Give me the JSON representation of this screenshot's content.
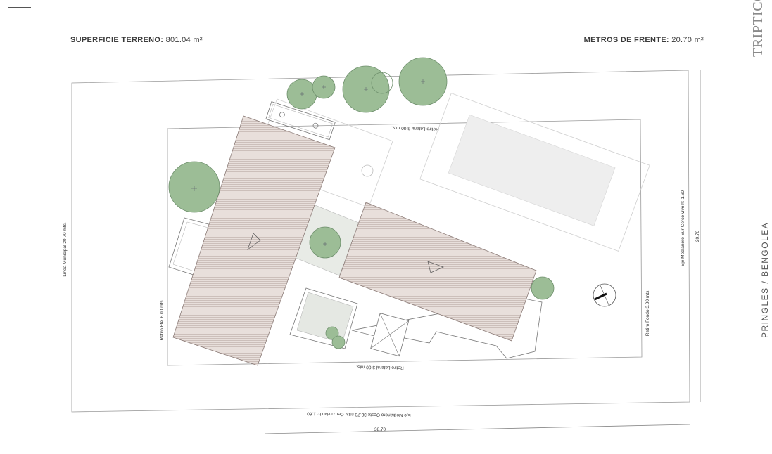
{
  "header": {
    "terreno_key": "SUPERFICIE TERRENO:",
    "terreno_value": "801.04 m²",
    "frente_key": "METROS DE FRENTE:",
    "frente_value": "20.70 m²"
  },
  "brand": {
    "name": "TRIPTICO"
  },
  "project": {
    "title": "PRINGLES / BENGOLEA"
  },
  "plan": {
    "retiro_lateral_top": "Retiro Lateral 3.00 mts.",
    "retiro_lateral_bottom": "Retiro Lateral 3.00 mts.",
    "linea_municipal": "Linea Municipal 20.70 mts.",
    "retiro_frente": "Retiro Fte. 6.00 mts.",
    "retiro_fondo": "Retiro Fondo 3.00 mts.",
    "eje_sur": "Eje Medianero Sur Cerco vivo h: 1.60",
    "eje_oeste": "Eje Medianero Oeste 38.70 mts. Cerco vivo h: 1.60",
    "dim_depth": "38.70",
    "dim_width": "20.70"
  },
  "colors": {
    "tree_fill": "#9cbd96",
    "roof_fill": "#e6dcd8",
    "patio_fill": "#e4e8e2"
  },
  "icons": {
    "north": "north-arrow-icon",
    "menu": "menu-icon"
  }
}
